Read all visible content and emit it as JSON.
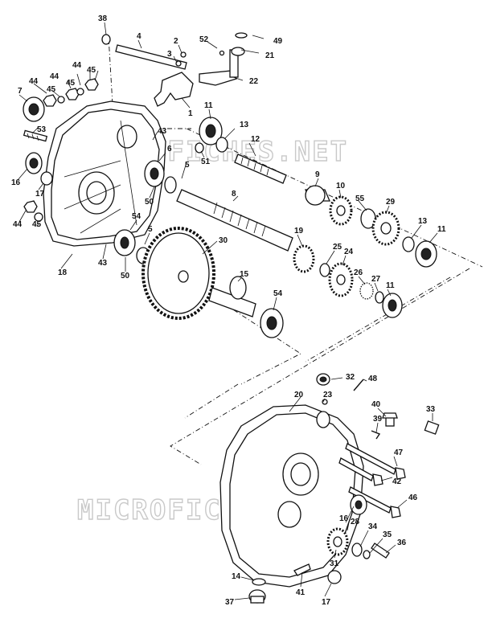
{
  "watermark": "MICROFICHES.NET",
  "labels": [
    {
      "id": "l38a",
      "text": "38"
    },
    {
      "id": "l4",
      "text": "4"
    },
    {
      "id": "l2",
      "text": "2"
    },
    {
      "id": "l3",
      "text": "3"
    },
    {
      "id": "l52",
      "text": "52"
    },
    {
      "id": "l49",
      "text": "49"
    },
    {
      "id": "l21",
      "text": "21"
    },
    {
      "id": "l22",
      "text": "22"
    },
    {
      "id": "l1",
      "text": "1"
    },
    {
      "id": "l7",
      "text": "7"
    },
    {
      "id": "l44a",
      "text": "44"
    },
    {
      "id": "l45a",
      "text": "45"
    },
    {
      "id": "l44b",
      "text": "44"
    },
    {
      "id": "l45b",
      "text": "45"
    },
    {
      "id": "l44c",
      "text": "44"
    },
    {
      "id": "l45c",
      "text": "45"
    },
    {
      "id": "l53",
      "text": "53"
    },
    {
      "id": "l43a",
      "text": "43"
    },
    {
      "id": "l11a",
      "text": "11"
    },
    {
      "id": "l13a",
      "text": "13"
    },
    {
      "id": "l6",
      "text": "6"
    },
    {
      "id": "l51",
      "text": "51"
    },
    {
      "id": "l5a",
      "text": "5"
    },
    {
      "id": "l12",
      "text": "12"
    },
    {
      "id": "l16a",
      "text": "16"
    },
    {
      "id": "l17a",
      "text": "17"
    },
    {
      "id": "l50a",
      "text": "50"
    },
    {
      "id": "l8",
      "text": "8"
    },
    {
      "id": "l9",
      "text": "9"
    },
    {
      "id": "l10",
      "text": "10"
    },
    {
      "id": "l55",
      "text": "55"
    },
    {
      "id": "l29",
      "text": "29"
    },
    {
      "id": "l44d",
      "text": "44"
    },
    {
      "id": "l45d",
      "text": "45"
    },
    {
      "id": "l54a",
      "text": "54"
    },
    {
      "id": "l5b",
      "text": "5"
    },
    {
      "id": "l30",
      "text": "30"
    },
    {
      "id": "l13b",
      "text": "13"
    },
    {
      "id": "l11b",
      "text": "11"
    },
    {
      "id": "l43b",
      "text": "43"
    },
    {
      "id": "l18",
      "text": "18"
    },
    {
      "id": "l50b",
      "text": "50"
    },
    {
      "id": "l19",
      "text": "19"
    },
    {
      "id": "l25",
      "text": "25"
    },
    {
      "id": "l24",
      "text": "24"
    },
    {
      "id": "l26",
      "text": "26"
    },
    {
      "id": "l27",
      "text": "27"
    },
    {
      "id": "l11c",
      "text": "11"
    },
    {
      "id": "l15",
      "text": "15"
    },
    {
      "id": "l54b",
      "text": "54"
    },
    {
      "id": "l32",
      "text": "32"
    },
    {
      "id": "l48",
      "text": "48"
    },
    {
      "id": "l20",
      "text": "20"
    },
    {
      "id": "l23",
      "text": "23"
    },
    {
      "id": "l40",
      "text": "40"
    },
    {
      "id": "l33",
      "text": "33"
    },
    {
      "id": "l39",
      "text": "39"
    },
    {
      "id": "l47",
      "text": "47"
    },
    {
      "id": "l42",
      "text": "42"
    },
    {
      "id": "l46",
      "text": "46"
    },
    {
      "id": "l16b",
      "text": "16"
    },
    {
      "id": "l28",
      "text": "28"
    },
    {
      "id": "l34",
      "text": "34"
    },
    {
      "id": "l35",
      "text": "35"
    },
    {
      "id": "l36",
      "text": "36"
    },
    {
      "id": "l31",
      "text": "31"
    },
    {
      "id": "l14",
      "text": "14"
    },
    {
      "id": "l41",
      "text": "41"
    },
    {
      "id": "l17b",
      "text": "17"
    },
    {
      "id": "l37",
      "text": "37"
    }
  ]
}
